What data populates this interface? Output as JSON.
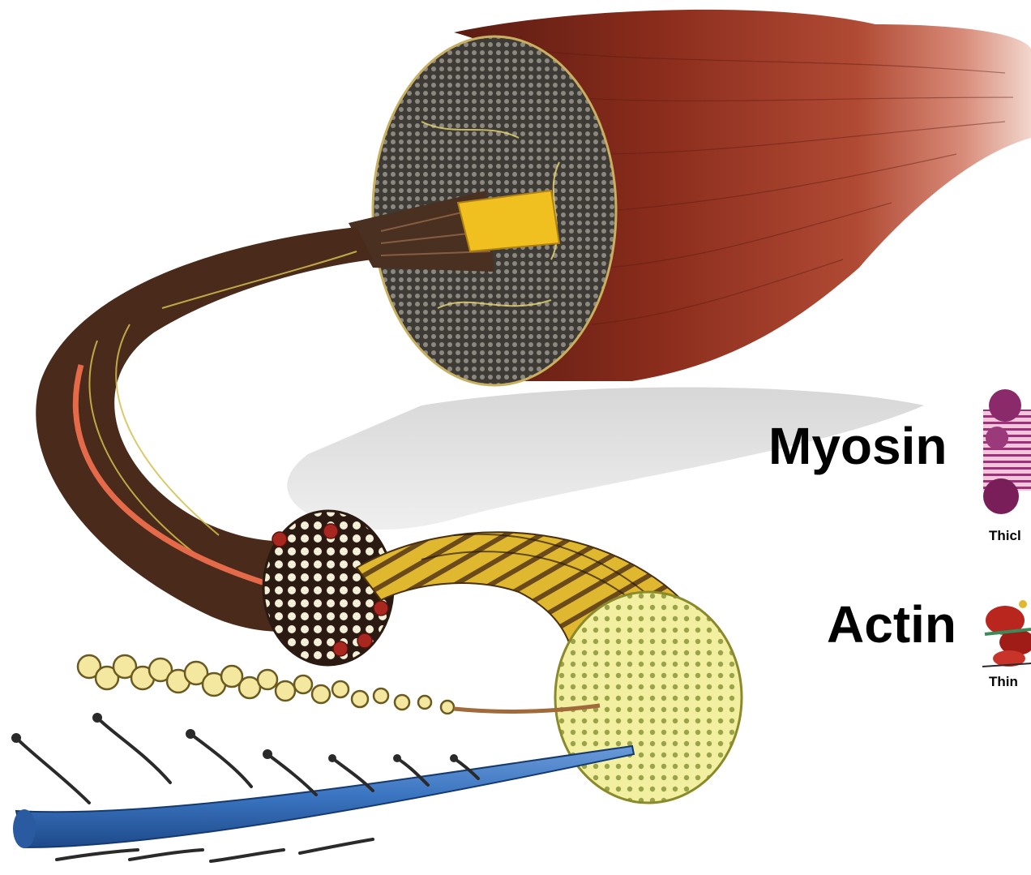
{
  "labels": {
    "myosin": "Myosin",
    "actin": "Actin",
    "thick_caption": "Thicl",
    "thin_caption": "Thin"
  },
  "illustration": {
    "subject": "skeletal muscle hierarchy: muscle, fascicle, fiber, myofibril, filaments",
    "colors": {
      "muscle_red": "#8a2c1c",
      "muscle_pink": "#e8b4a8",
      "section_gray": "#4a4540",
      "fascicle_brown": "#4a2a1a",
      "myofibril_yellow": "#e0b830",
      "actin_blue": "#3a74c0",
      "myosin_purple": "#8a2a6a",
      "actin_red": "#b8261e",
      "shadow_gray": "#d8d8d8"
    }
  }
}
